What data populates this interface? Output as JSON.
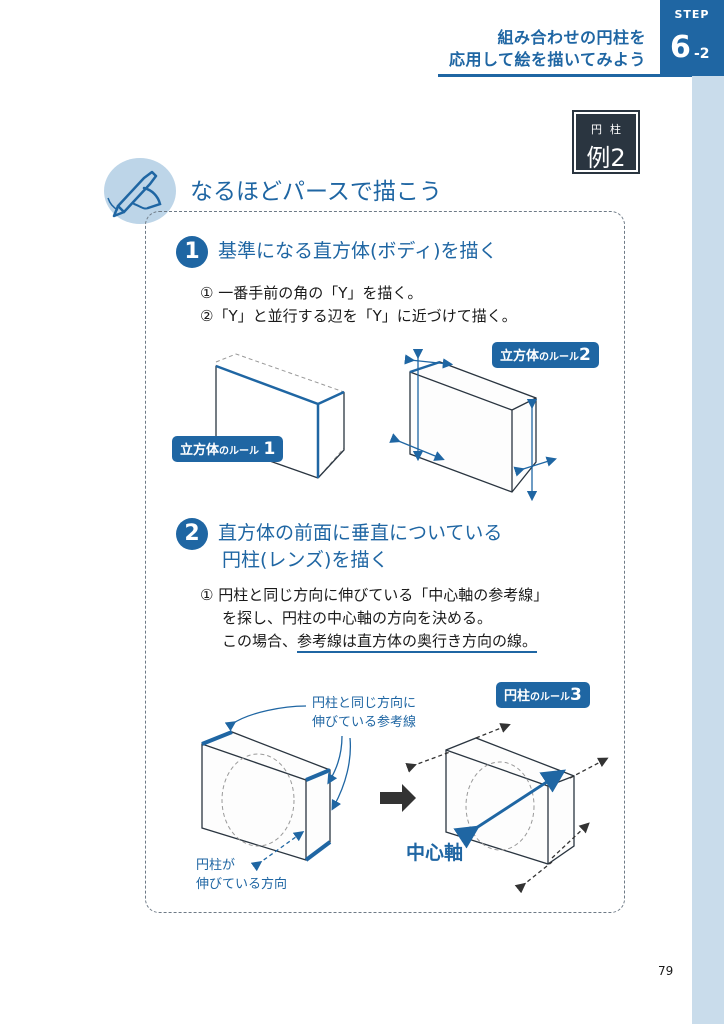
{
  "header": {
    "title_line1": "組み合わせの円柱を",
    "title_line2": "応用して絵を描いてみよう",
    "step_label": "STEP",
    "step_number": "6",
    "step_sub": "-2"
  },
  "badge": {
    "category": "円柱",
    "example": "例2"
  },
  "main_heading": "なるほどパースで描こう",
  "section1": {
    "number": "1",
    "title": "基準になる直方体(ボディ)を描く",
    "steps": [
      "① 一番手前の角の「Y」を描く。",
      "②「Y」と並行する辺を「Y」に近づけて描く。"
    ],
    "rule1": {
      "prefix": "立方体",
      "small": "のルール",
      "num": "1"
    },
    "rule2": {
      "prefix": "立方体",
      "small": "のルール",
      "num": "2"
    }
  },
  "section2": {
    "number": "2",
    "title_line1": "直方体の前面に垂直についている",
    "title_line2": "円柱(レンズ)を描く",
    "step_line1": "① 円柱と同じ方向に伸びている「中心軸の参考線」",
    "step_line2": "を探し、円柱の中心軸の方向を決める。",
    "step_line3_a": "この場合、",
    "step_line3_b": "参考線は直方体の奥行き方向の線。",
    "rule3": {
      "prefix": "円柱",
      "small": "のルール",
      "num": "3"
    },
    "anno_guide_line1": "円柱と同じ方向に",
    "anno_guide_line2": "伸びている参考線",
    "anno_dir_line1": "円柱が",
    "anno_dir_line2": "伸びている方向",
    "center_axis": "中心軸"
  },
  "page_number": "79",
  "colors": {
    "accent": "#1f66a3",
    "light": "#c9dceb",
    "dark": "#2a3540"
  }
}
